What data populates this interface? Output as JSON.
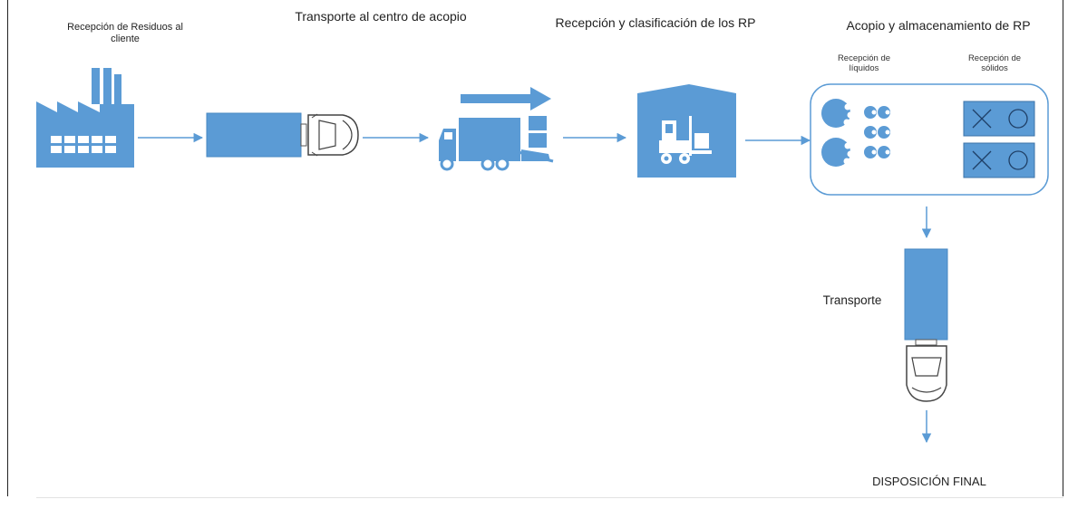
{
  "stages": [
    {
      "title": "Recepción de Residuos al cliente",
      "icon": "factory-icon"
    },
    {
      "title": "Transporte al centro de acopio",
      "icon": "truck-top-view-icon"
    },
    {
      "title": "Recepción y clasificación de los RP",
      "icon": "delivery-truck-icon"
    },
    {
      "title": "Acopio y almacenamiento de RP",
      "icon": "warehouse-forklift-icon"
    }
  ],
  "storage": {
    "liquids_label": "Recepción de líquidos",
    "solids_label": "Recepción de sólidos"
  },
  "transport_label": "Transporte",
  "final_label": "DISPOSICIÓN FINAL",
  "colors": {
    "icon_blue": "#5b9bd5",
    "arrow_blue": "#5b9bd5",
    "outline": "#5b9bd5"
  }
}
